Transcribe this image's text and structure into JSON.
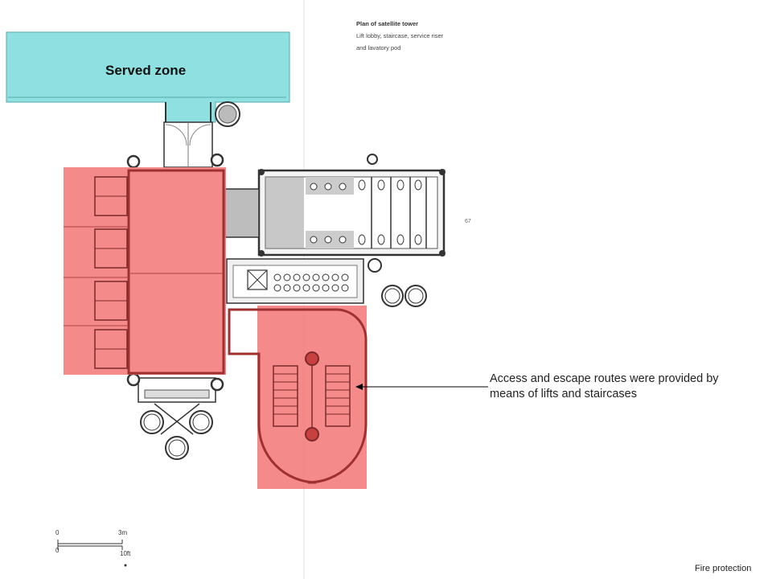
{
  "plan_title": {
    "line1": "Plan of satellite tower",
    "line2": "Lift lobby, staircase, service riser",
    "line3": "and lavatory pod"
  },
  "served_zone_label": "Served zone",
  "callout_text": "Access and escape routes were provided by means of lifts and staircases",
  "footer_label": "Fire protection",
  "scale_bar": {
    "metric_start": "0",
    "metric_end": "3m",
    "imperial_start": "0",
    "imperial_end": "10ft"
  },
  "page_marker": "67",
  "colors": {
    "served_zone": "#8fe0e0",
    "escape_route": "#f47a7a",
    "linework": "#333333"
  }
}
